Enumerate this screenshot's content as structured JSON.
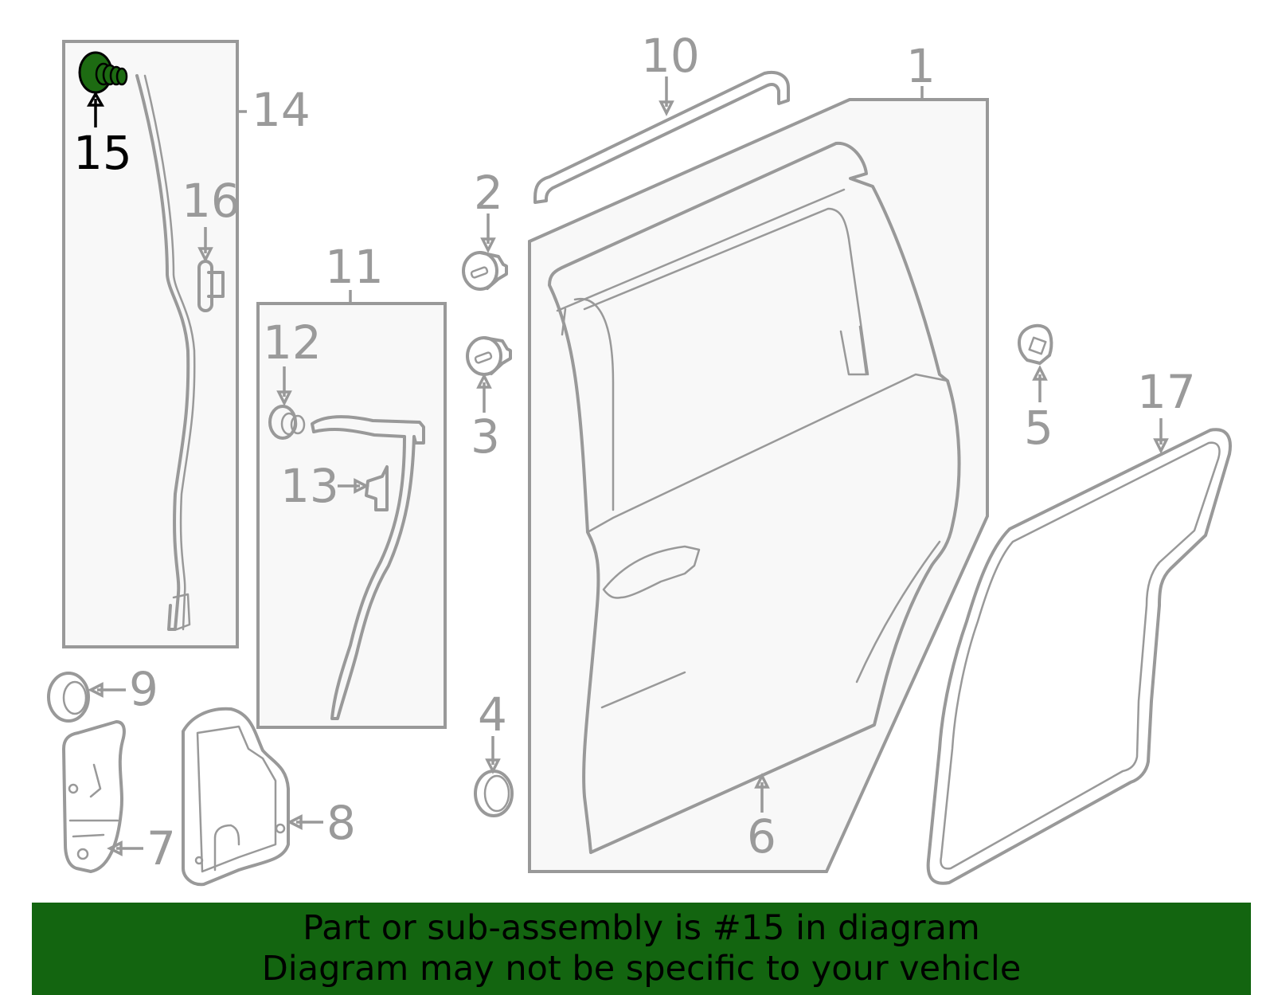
{
  "callouts": {
    "c1": "1",
    "c2": "2",
    "c3": "3",
    "c4": "4",
    "c5": "5",
    "c6": "6",
    "c7": "7",
    "c8": "8",
    "c9": "9",
    "c10": "10",
    "c11": "11",
    "c12": "12",
    "c13": "13",
    "c14": "14",
    "c15": "15",
    "c16": "16",
    "c17": "17"
  },
  "highlight": {
    "part": "15",
    "color": "#1d6b12"
  },
  "colors": {
    "line_gray": "#999999",
    "banner_bg": "#136510",
    "box_fill": "#f8f8f8"
  },
  "banner": {
    "line1": "Part or sub-assembly is #15 in diagram",
    "line2": "Diagram may not be specific to your vehicle"
  }
}
